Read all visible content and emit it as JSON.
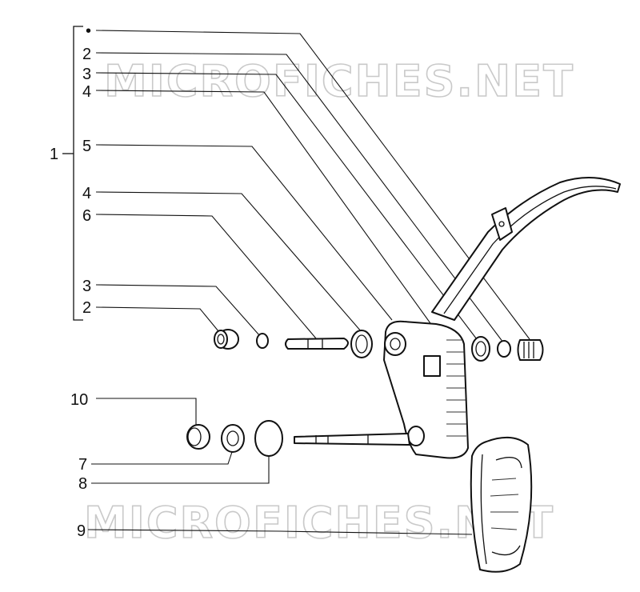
{
  "watermarks": {
    "top": "MICROFICHES.NET",
    "bottom": "MICROFICHES.NET"
  },
  "group": {
    "label": "1"
  },
  "callouts": {
    "bullet": "•",
    "c2_top": "2",
    "c3_top": "3",
    "c4_top": "4",
    "c5": "5",
    "c4_mid": "4",
    "c6": "6",
    "c3_low": "3",
    "c2_low": "2",
    "c10": "10",
    "c7": "7",
    "c8": "8",
    "c9": "9"
  }
}
